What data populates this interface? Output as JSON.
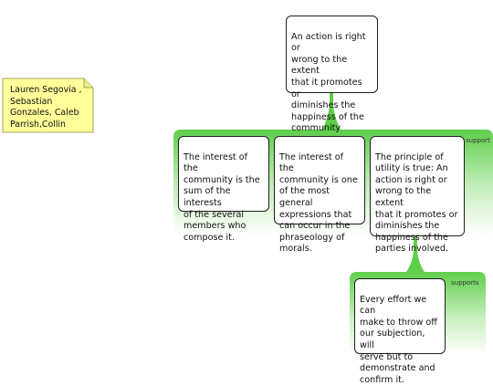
{
  "note": {
    "text": "Lauren Segovia ,\nSebastian\nGonzales, Caleb\nParrish,Collin",
    "color": "#ffff99"
  },
  "top_claim": {
    "text": "An action is right or\nwrong to the extent\nthat it promotes or\ndiminishes the\nhappiness of the\ncommunity"
  },
  "support_group": {
    "label": "support",
    "color": "#5fce4b",
    "premises": [
      {
        "text": "The interest of the\ncommunity is the\nsum of the interests\nof the several\nmembers who\ncompose it."
      },
      {
        "text": "The interest of the\ncommunity is one\nof the most general\nexpressions that\ncan occur in the\nphraseology of\nmorals."
      },
      {
        "text": "The principle of\nutility is true: An\naction is right or\nwrong to the extent\nthat it promotes or\ndiminishes the\nhappiness of the\nparties involved."
      }
    ]
  },
  "supports_group": {
    "label": "supports",
    "color": "#5fce4b",
    "premises": [
      {
        "text": "Every effort we can\nmake to throw off\nour subjection, will\nserve but to\ndemonstrate and\nconfirm it."
      }
    ]
  }
}
